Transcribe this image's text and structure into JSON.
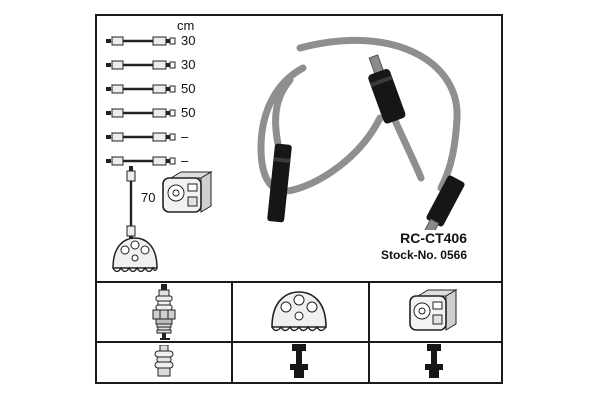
{
  "header": {
    "unit_label": "cm"
  },
  "cable_lengths": [
    "30",
    "30",
    "50",
    "50",
    "–",
    "–"
  ],
  "coil_cable_length": "70",
  "product": {
    "code": "RC-CT406",
    "stock": "Stock-No. 0566"
  },
  "colors": {
    "frame_border": "#1a1a1a",
    "wire_gray": "#8f8f8f",
    "connector_black": "#161616"
  },
  "icons": {
    "list": "ignition-cable-icon",
    "upper": [
      "coil-cable-icon",
      "ignition-coil-icon",
      "distributor-cap-icon"
    ],
    "grid_row1": [
      "spark-plug-icon",
      "distributor-cap-icon",
      "ignition-coil-icon"
    ],
    "grid_row2": [
      "boot-icon",
      "terminal-icon",
      "terminal-icon"
    ]
  }
}
